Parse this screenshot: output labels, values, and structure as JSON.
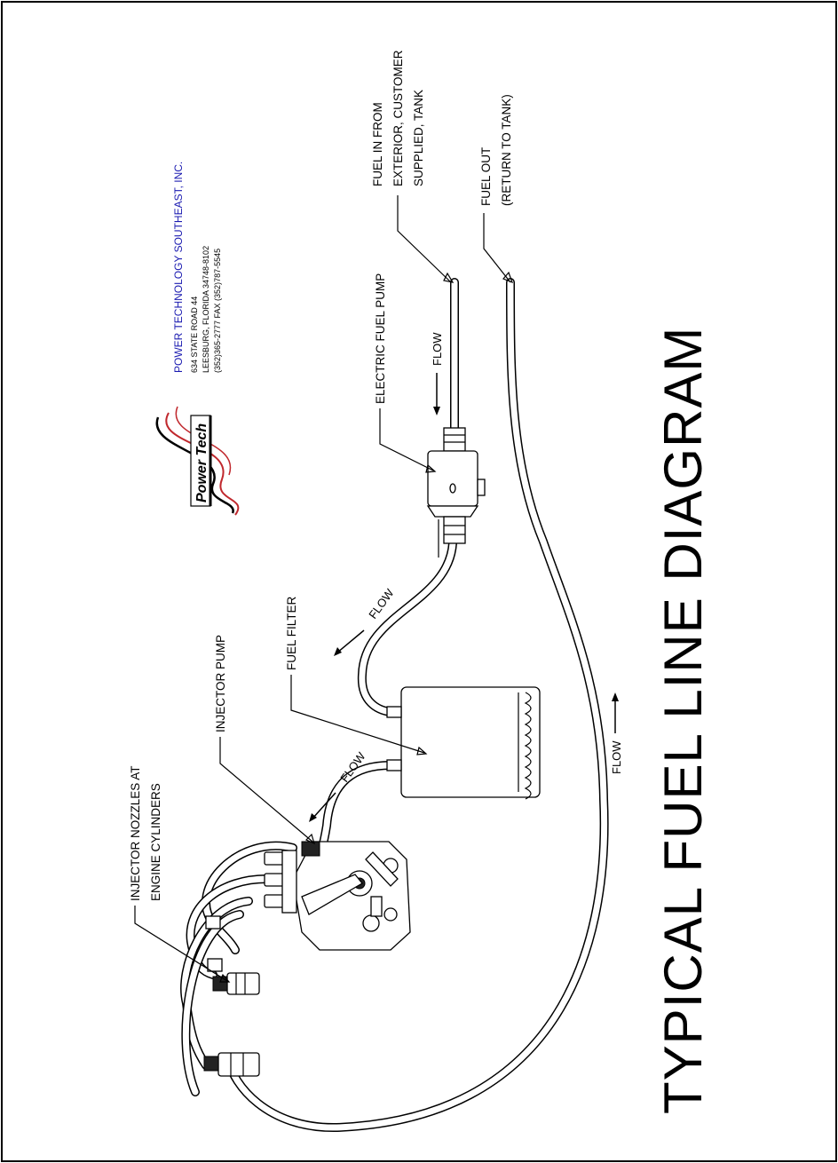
{
  "title": "TYPICAL FUEL LINE DIAGRAM",
  "labels": {
    "fuel_in": [
      "FUEL IN FROM",
      "EXTERIOR, CUSTOMER",
      "SUPPLIED, TANK"
    ],
    "fuel_out": [
      "FUEL OUT",
      "(RETURN TO TANK)"
    ],
    "electric_fuel_pump": "ELECTRIC FUEL PUMP",
    "fuel_filter": "FUEL FILTER",
    "injector_pump": "INJECTOR PUMP",
    "injector_nozzles": [
      "INJECTOR NOZZLES AT",
      "ENGINE CYLINDERS"
    ],
    "flow": "FLOW"
  },
  "company": {
    "name": "POWER TECHNOLOGY SOUTHEAST, INC.",
    "address_lines": [
      "634 STATE ROAD 44",
      "LEESBURG, FLORIDA 34748-8102",
      "(352)365-2777  FAX (352)787-5545"
    ],
    "logo_text": "Power Tech",
    "name_color": "#1a1ab0",
    "logo_accent_color": "#c0282d"
  }
}
